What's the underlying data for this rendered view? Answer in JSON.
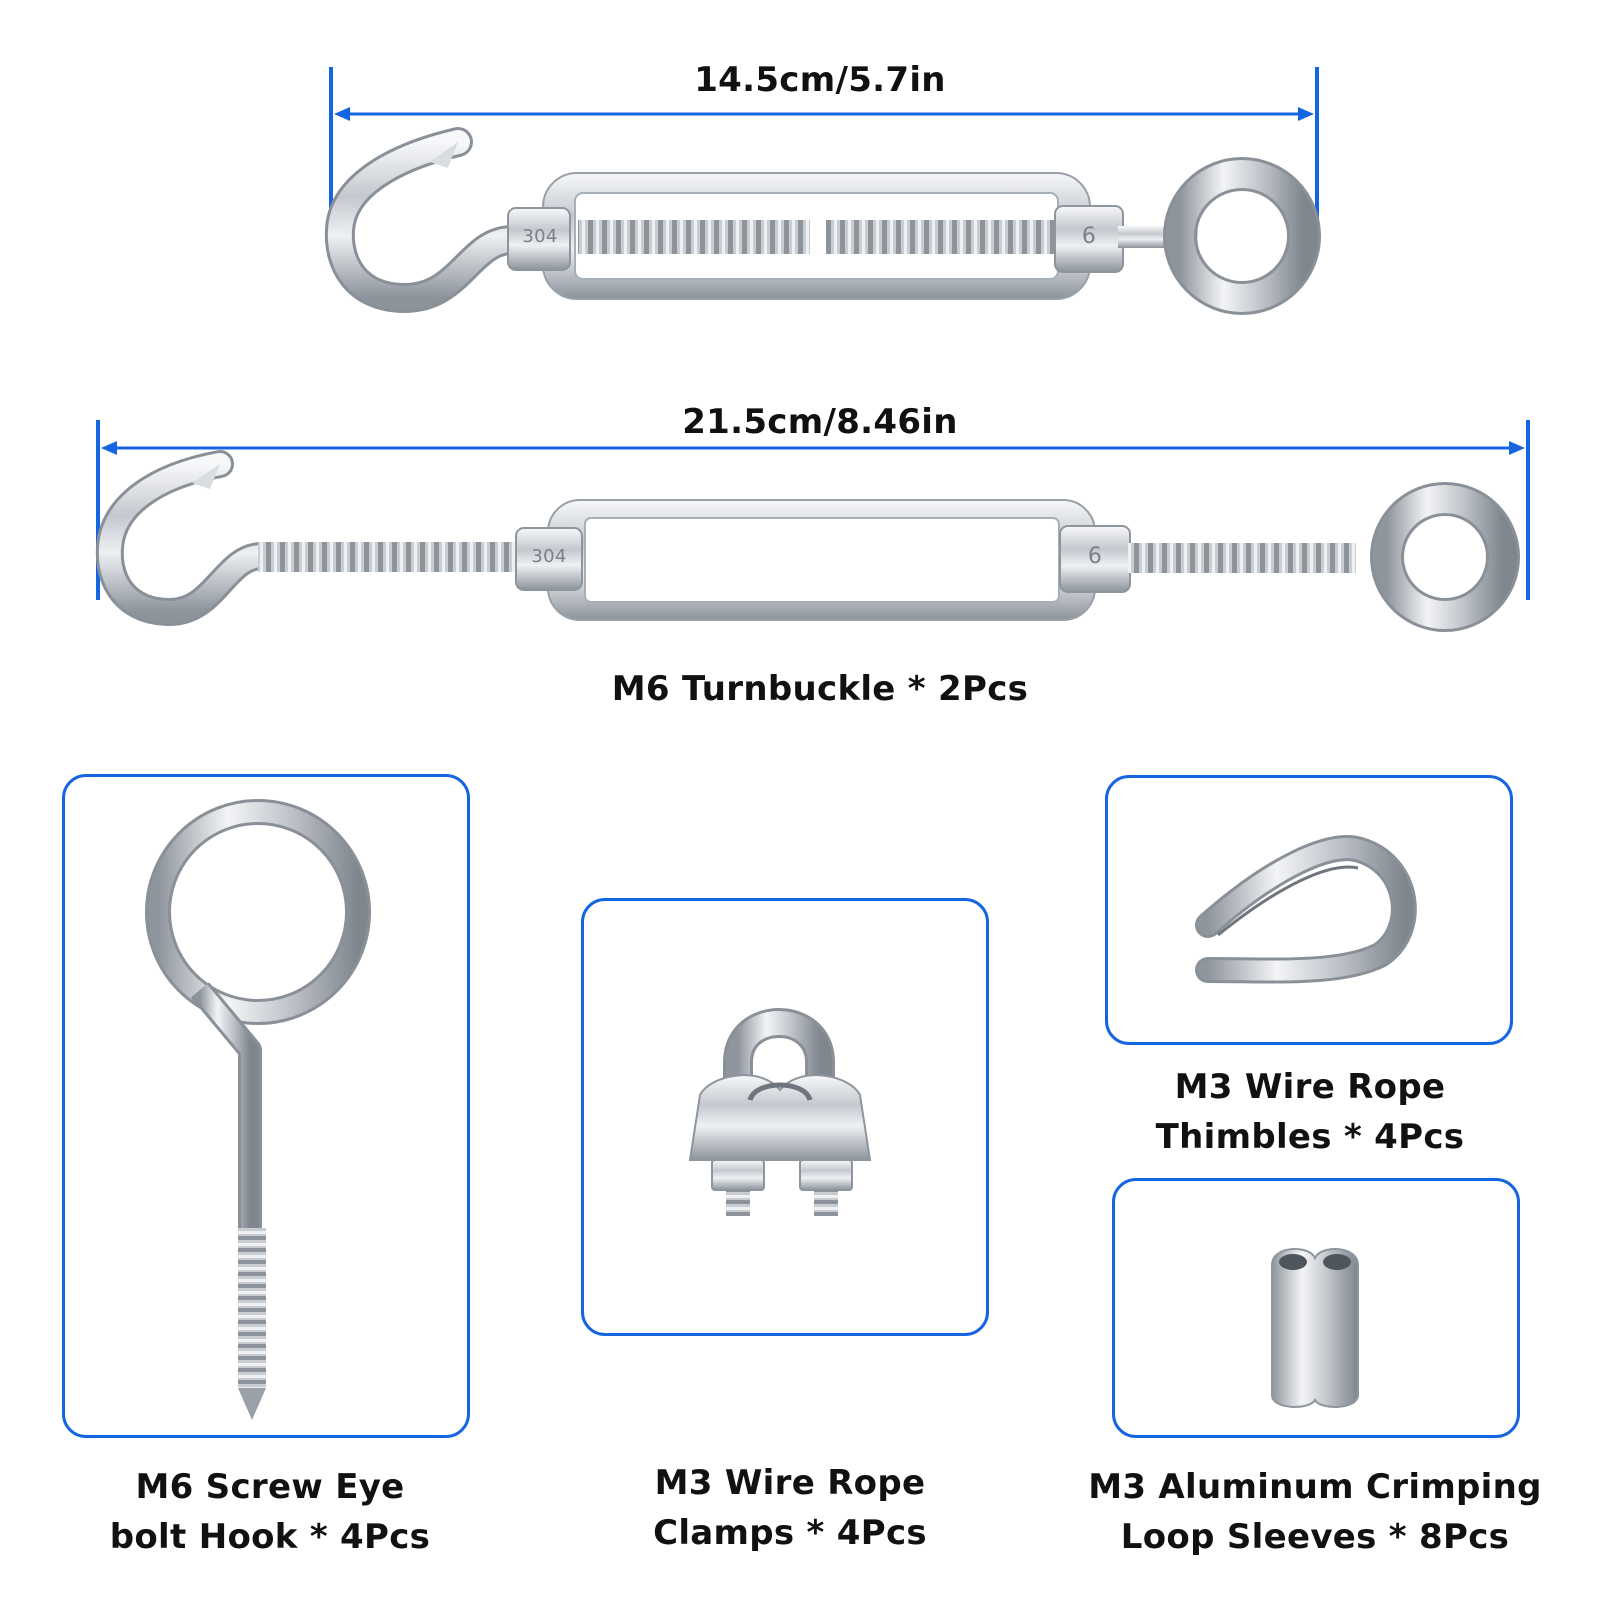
{
  "dimensions": {
    "short_turnbuckle": "14.5cm/5.7in",
    "long_turnbuckle": "21.5cm/8.46in"
  },
  "stamps": {
    "material": "304",
    "size": "6"
  },
  "products": {
    "turnbuckle": "M6 Turnbuckle * 2Pcs",
    "screw_eye": {
      "line1": "M6 Screw Eye",
      "line2": "bolt Hook * 4Pcs"
    },
    "clamps": {
      "line1": "M3 Wire Rope",
      "line2": "Clamps * 4Pcs"
    },
    "thimbles": {
      "line1": "M3 Wire Rope",
      "line2": "Thimbles * 4Pcs"
    },
    "sleeves": {
      "line1": "M3 Aluminum Crimping",
      "line2": "Loop Sleeves * 8Pcs"
    }
  },
  "colors": {
    "dimension_line": "#1565e0",
    "panel_border": "#1565e0",
    "metal": "#c8ccd2"
  }
}
